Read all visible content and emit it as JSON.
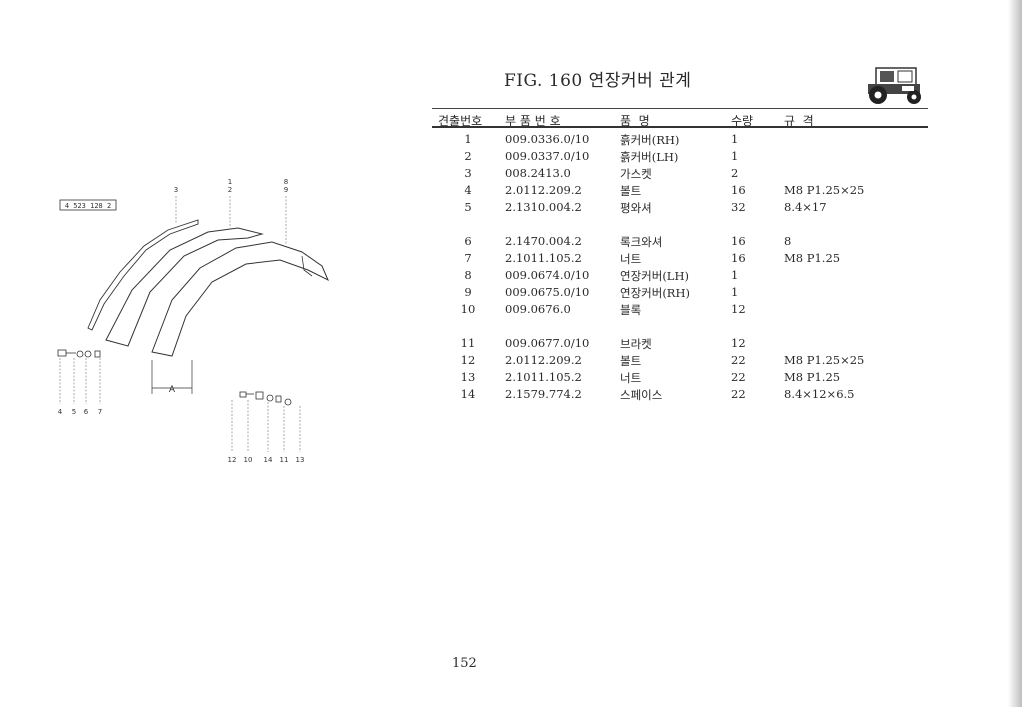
{
  "figure": {
    "title": "FIG. 160 연장커버 관계",
    "ref_code": "4 523 128 2",
    "dimension_label": "A"
  },
  "table": {
    "headers": [
      "견출번호",
      "부 품 번 호",
      "품  명",
      "수량",
      "규  격"
    ],
    "rows": [
      {
        "no": "1",
        "part": "009.0336.0/10",
        "name": "흙커버(RH)",
        "qty": "1",
        "spec": ""
      },
      {
        "no": "2",
        "part": "009.0337.0/10",
        "name": "흙커버(LH)",
        "qty": "1",
        "spec": ""
      },
      {
        "no": "3",
        "part": "008.2413.0",
        "name": "가스켓",
        "qty": "2",
        "spec": ""
      },
      {
        "no": "4",
        "part": "2.0112.209.2",
        "name": "볼트",
        "qty": "16",
        "spec": "M8 P1.25×25"
      },
      {
        "no": "5",
        "part": "2.1310.004.2",
        "name": "평와셔",
        "qty": "32",
        "spec": "8.4×17"
      },
      {
        "no": "6",
        "part": "2.1470.004.2",
        "name": "록크와셔",
        "qty": "16",
        "spec": "8"
      },
      {
        "no": "7",
        "part": "2.1011.105.2",
        "name": "너트",
        "qty": "16",
        "spec": "M8 P1.25"
      },
      {
        "no": "8",
        "part": "009.0674.0/10",
        "name": "연장커버(LH)",
        "qty": "1",
        "spec": ""
      },
      {
        "no": "9",
        "part": "009.0675.0/10",
        "name": "연장커버(RH)",
        "qty": "1",
        "spec": ""
      },
      {
        "no": "10",
        "part": "009.0676.0",
        "name": "블록",
        "qty": "12",
        "spec": ""
      },
      {
        "no": "11",
        "part": "009.0677.0/10",
        "name": "브라켓",
        "qty": "12",
        "spec": ""
      },
      {
        "no": "12",
        "part": "2.0112.209.2",
        "name": "볼트",
        "qty": "22",
        "spec": "M8 P1.25×25"
      },
      {
        "no": "13",
        "part": "2.1011.105.2",
        "name": "너트",
        "qty": "22",
        "spec": "M8 P1.25"
      },
      {
        "no": "14",
        "part": "2.1579.774.2",
        "name": "스페이스",
        "qty": "22",
        "spec": "8.4×12×6.5"
      }
    ]
  },
  "callouts": {
    "top": [
      "3",
      "1\n2",
      "8\n9"
    ],
    "bottom_left": [
      "4",
      "5",
      "6",
      "7"
    ],
    "bottom_right": [
      "12",
      "10",
      "14",
      "11",
      "13"
    ]
  },
  "page_number": "152"
}
